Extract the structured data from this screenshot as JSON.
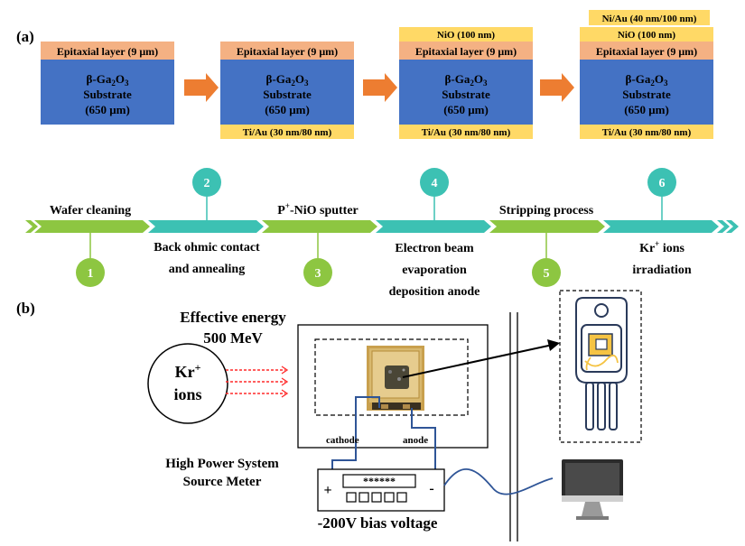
{
  "panel_a_label": "(a)",
  "panel_b_label": "(b)",
  "stack": {
    "epitaxial": "Epitaxial layer (9  μm)",
    "substrate_line1_pre": "β-Ga",
    "substrate_sub1": "2",
    "substrate_mid": "O",
    "substrate_sub2": "3",
    "substrate_line2": "Substrate",
    "substrate_line3": "(650 μm)",
    "back_contact": "Ti/Au (30 nm/80 nm)",
    "nio": "NiO (100 nm)",
    "niau": "Ni/Au (40 nm/100 nm)"
  },
  "process_steps": [
    {
      "number": "1",
      "label_lines": [
        "Wafer cleaning"
      ]
    },
    {
      "number": "2",
      "label_lines": [
        "Back ohmic contact",
        "and annealing"
      ]
    },
    {
      "number": "3",
      "label_lines": [
        "P",
        "+",
        "-NiO sputter"
      ]
    },
    {
      "number": "4",
      "label_lines": [
        "Electron beam",
        "evaporation",
        "deposition anode"
      ]
    },
    {
      "number": "5",
      "label_lines": [
        "Stripping process"
      ]
    },
    {
      "number": "6",
      "label_lines": [
        "Kr",
        "+",
        " ions",
        "irradiation"
      ]
    }
  ],
  "irradiation": {
    "energy_line1": "Effective energy",
    "energy_line2": "500 MeV",
    "ion_symbol": "Kr",
    "ion_sup": "+",
    "ion_word": "ions",
    "cathode": "cathode",
    "anode": "anode",
    "meter_line1": "High Power System",
    "meter_line2": "Source Meter",
    "meter_display": "******",
    "plus": "+",
    "minus": "-",
    "bias": "-200V bias voltage"
  },
  "colors": {
    "substrate": "#4472c4",
    "epitaxial": "#f4b183",
    "contact": "#ffd966",
    "arrow": "#ed7d31",
    "green": "#8dc641",
    "teal": "#3cc1b3",
    "wire": "#2f5597"
  }
}
